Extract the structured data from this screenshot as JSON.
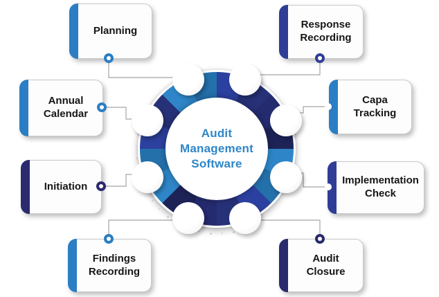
{
  "center": {
    "title_lines": [
      "Audit",
      "Management",
      "Software"
    ],
    "text_color": "#2e86c8"
  },
  "ring": {
    "colors": {
      "light": "#2e86c8",
      "light_shade": "#2470ab",
      "medium": "#2c419f",
      "medium_shade": "#273177",
      "dark": "#242b6e",
      "dark_shade": "#1d2357"
    },
    "segments_clockwise_from_top": [
      "medium",
      "dark",
      "light",
      "medium",
      "dark",
      "light",
      "medium",
      "light"
    ]
  },
  "connector_color": "#a3a3a3",
  "nodes": [
    {
      "id": "planning",
      "label": "Planning",
      "lines": [
        "Planning"
      ],
      "accent": "#2b7ec3",
      "position": "top-left"
    },
    {
      "id": "response-recording",
      "label": "Response Recording",
      "lines": [
        "Response",
        "Recording"
      ],
      "accent": "#303d96",
      "position": "top-right"
    },
    {
      "id": "annual-calendar",
      "label": "Annual Calendar",
      "lines": [
        "Annual",
        "Calendar"
      ],
      "accent": "#2b7ec3",
      "position": "left-upper"
    },
    {
      "id": "capa-tracking",
      "label": "Capa Tracking",
      "lines": [
        "Capa",
        "Tracking"
      ],
      "accent": "#2b7ec3",
      "position": "right-upper"
    },
    {
      "id": "initiation",
      "label": "Initiation",
      "lines": [
        "Initiation"
      ],
      "accent": "#2a2a6e",
      "position": "left-lower"
    },
    {
      "id": "implementation-check",
      "label": "Implementation Check",
      "lines": [
        "Implementation",
        "Check"
      ],
      "accent": "#303d96",
      "position": "right-lower"
    },
    {
      "id": "findings-recording",
      "label": "Findings Recording",
      "lines": [
        "Findings",
        "Recording"
      ],
      "accent": "#2b7ec3",
      "position": "bottom-left"
    },
    {
      "id": "audit-closure",
      "label": "Audit Closure",
      "lines": [
        "Audit",
        "Closure"
      ],
      "accent": "#2a2a6e",
      "position": "bottom-right"
    }
  ]
}
